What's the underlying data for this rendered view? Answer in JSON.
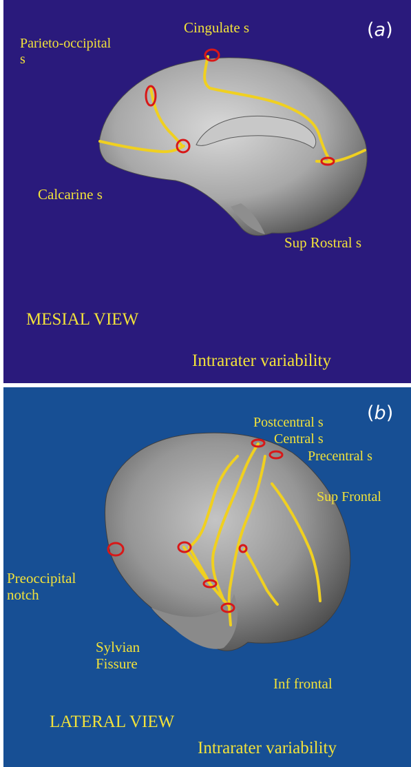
{
  "panel_a": {
    "tag_open": "(",
    "tag_letter": "a",
    "tag_close": ")",
    "labels": {
      "parieto_occipital_line1": "Parieto-occipital",
      "parieto_occipital_line2": "s",
      "cingulate": "Cingulate s",
      "calcarine": "Calcarine s",
      "sup_rostral": "Sup Rostral s",
      "view": "MESIAL VIEW",
      "variability": "Intrarater variability"
    },
    "background_color": "#2a1a7c"
  },
  "panel_b": {
    "tag_open": "(",
    "tag_letter": "b",
    "tag_close": ")",
    "labels": {
      "postcentral": "Postcentral s",
      "central": "Central s",
      "precentral": "Precentral s",
      "sup_frontal": "Sup Frontal",
      "preoccipital_line1": "Preoccipital",
      "preoccipital_line2": "notch",
      "sylvian_line1": "Sylvian",
      "sylvian_line2": "Fissure",
      "inf_frontal": "Inf frontal",
      "view": "LATERAL VIEW",
      "variability": "Intrarater variability"
    },
    "background_color": "#174f94"
  },
  "colors": {
    "label_yellow": "#f2e23a",
    "sulcus_line": "#f0d020",
    "marker_red": "#d81818",
    "brain_gray": "#9a9a9a"
  }
}
